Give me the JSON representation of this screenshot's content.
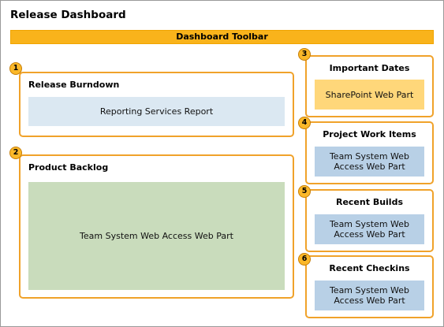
{
  "page_title": "Release Dashboard",
  "toolbar_label": "Dashboard Toolbar",
  "panels": [
    {
      "number": "1",
      "title": "Release Burndown",
      "part": "Reporting Services Report"
    },
    {
      "number": "2",
      "title": "Product Backlog",
      "part": "Team System Web Access Web Part"
    },
    {
      "number": "3",
      "title": "Important Dates",
      "part": "SharePoint Web Part"
    },
    {
      "number": "4",
      "title": "Project Work Items",
      "part": "Team System Web Access Web Part"
    },
    {
      "number": "5",
      "title": "Recent Builds",
      "part": "Team System Web Access Web Part"
    },
    {
      "number": "6",
      "title": "Recent Checkins",
      "part": "Team System Web Access Web Part"
    }
  ],
  "colors": {
    "toolbar": "#f9b31b",
    "panel_border": "#f0a22a",
    "badge": "#fbb829",
    "reporting_part": "#dbe8f2",
    "backlog_part": "#c9dcbc",
    "tswa_part": "#b8d0e6",
    "sharepoint_part": "#ffd77a"
  }
}
